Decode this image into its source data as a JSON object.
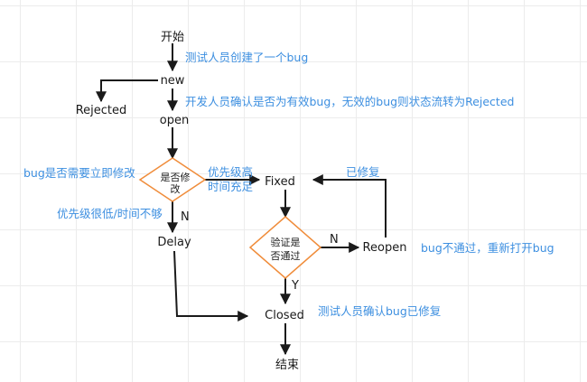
{
  "states": {
    "start": "开始",
    "new": "new",
    "rejected": "Rejected",
    "open": "open",
    "fixed": "Fixed",
    "delay": "Delay",
    "reopen": "Reopen",
    "closed": "Closed",
    "end": "结束"
  },
  "decisions": {
    "fix_now_line1": "是否修",
    "fix_now_line2": "改",
    "verify_line1": "验证是",
    "verify_line2": "否通过"
  },
  "edge_labels": {
    "n_delay": "N",
    "n_reopen": "N",
    "y_closed": "Y"
  },
  "notes": {
    "tester_create": "测试人员创建了一个bug",
    "dev_confirm": "开发人员确认是否为有效bug，无效的bug则状态流转为Rejected",
    "need_fix_now": "bug是否需要立即修改",
    "priority_high_line1": "优先级高",
    "priority_high_line2": "时间充足",
    "priority_low": "优先级很低/时间不够",
    "fixed_again": "已修复",
    "not_passed": "bug不通过，重新打开bug",
    "tester_verified": "测试人员确认bug已修复"
  },
  "colors": {
    "decision_border": "#f08c3a",
    "note_text": "#3d8fe0",
    "line": "#1a1a1a"
  }
}
